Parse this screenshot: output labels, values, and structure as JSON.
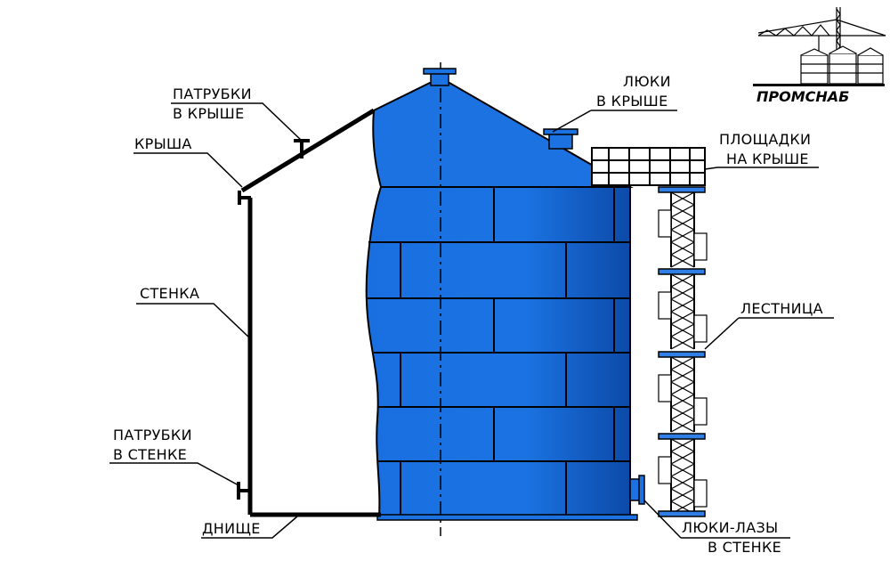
{
  "labels": {
    "patrubki_krysha": [
      "ПАТРУБКИ",
      "В КРЫШЕ"
    ],
    "krysha": "КРЫША",
    "stenka": "СТЕНКА",
    "patrubki_stenka": [
      "ПАТРУБКИ",
      "В СТЕНКЕ"
    ],
    "dnishe": "ДНИЩЕ",
    "lyuki_krysha": [
      "ЛЮКИ",
      "В КРЫШЕ"
    ],
    "ploshadki": [
      "ПЛОЩАДКИ",
      "НА КРЫШЕ"
    ],
    "lestnica": "ЛЕСТНИЦА",
    "lyuki_lazy": [
      "ЛЮКИ-ЛАЗЫ",
      "В СТЕНКЕ"
    ]
  },
  "logo": {
    "text": "ПРОМСНАБ"
  },
  "colors": {
    "tank_blue": "#1e74e0",
    "tank_dark": "#0d4fb5",
    "accent_blue": "#2f7fe6",
    "line": "#000000"
  }
}
